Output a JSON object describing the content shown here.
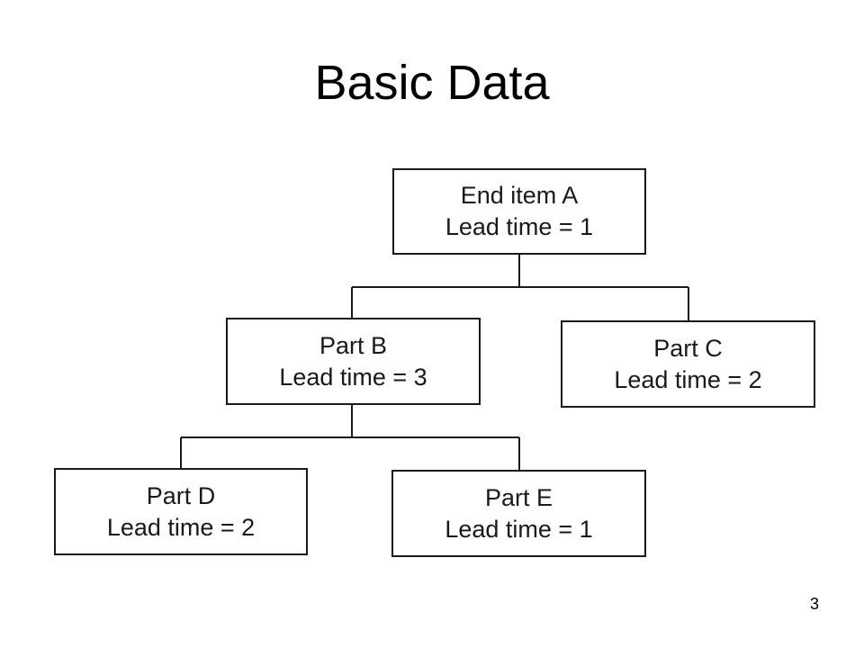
{
  "title": "Basic Data",
  "page_number": "3",
  "diagram": {
    "nodes": [
      {
        "id": "a",
        "name": "End item A",
        "detail": "Lead time = 1"
      },
      {
        "id": "b",
        "name": "Part B",
        "detail": "Lead time = 3"
      },
      {
        "id": "c",
        "name": "Part C",
        "detail": "Lead time = 2"
      },
      {
        "id": "d",
        "name": "Part D",
        "detail": "Lead time = 2"
      },
      {
        "id": "e",
        "name": "Part E",
        "detail": "Lead time = 1"
      }
    ],
    "edges": [
      {
        "from": "a",
        "to": "b"
      },
      {
        "from": "a",
        "to": "c"
      },
      {
        "from": "b",
        "to": "d"
      },
      {
        "from": "b",
        "to": "e"
      }
    ]
  }
}
